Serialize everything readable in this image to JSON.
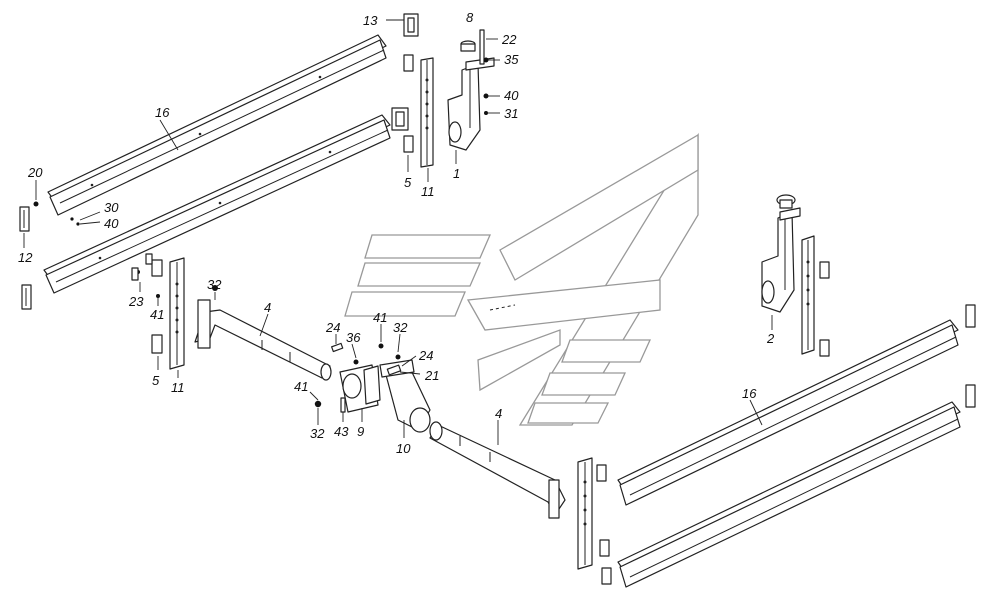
{
  "callouts": {
    "c13": "13",
    "c8": "8",
    "c22": "22",
    "c35": "35",
    "c40a": "40",
    "c31": "31",
    "c16a": "16",
    "c20": "20",
    "c30": "30",
    "c40b": "40",
    "c12": "12",
    "c5a": "5",
    "c11a": "11",
    "c1": "1",
    "c23": "23",
    "c41a": "41",
    "c5b": "5",
    "c11b": "11",
    "c32a": "32",
    "c4a": "4",
    "c24a": "24",
    "c36": "36",
    "c41b": "41",
    "c32b": "32",
    "c24b": "24",
    "c21": "21",
    "c41c": "41",
    "c32c": "32",
    "c43": "43",
    "c9": "9",
    "c10": "10",
    "c2": "2",
    "c16b": "16",
    "c4b": "4"
  }
}
